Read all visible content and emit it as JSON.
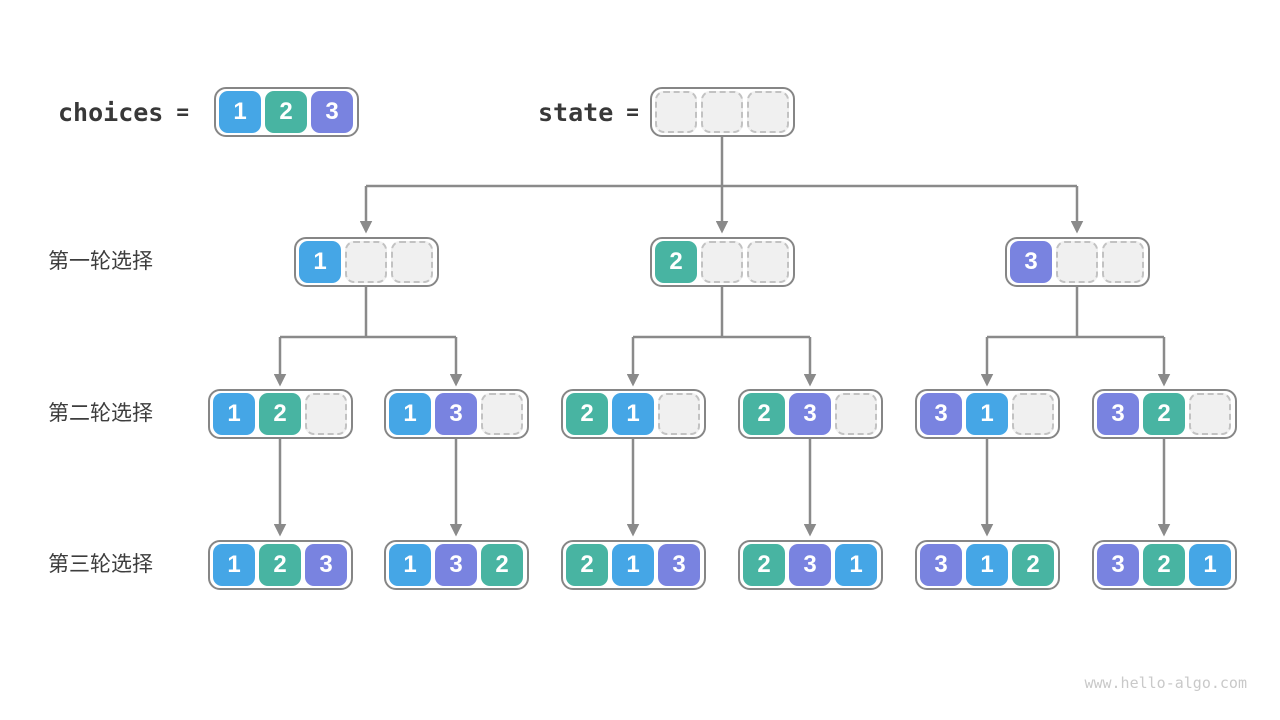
{
  "header": {
    "choices_label": "choices",
    "state_label": "state",
    "equals": "=",
    "choices_cells": [
      1,
      2,
      3
    ],
    "state_cells": [
      null,
      null,
      null
    ]
  },
  "rows": [
    {
      "label": "第一轮选择",
      "boxes": [
        [
          1,
          null,
          null
        ],
        [
          2,
          null,
          null
        ],
        [
          3,
          null,
          null
        ]
      ]
    },
    {
      "label": "第二轮选择",
      "boxes": [
        [
          1,
          2,
          null
        ],
        [
          1,
          3,
          null
        ],
        [
          2,
          1,
          null
        ],
        [
          2,
          3,
          null
        ],
        [
          3,
          1,
          null
        ],
        [
          3,
          2,
          null
        ]
      ]
    },
    {
      "label": "第三轮选择",
      "boxes": [
        [
          1,
          2,
          3
        ],
        [
          1,
          3,
          2
        ],
        [
          2,
          1,
          3
        ],
        [
          2,
          3,
          1
        ],
        [
          3,
          1,
          2
        ],
        [
          3,
          2,
          1
        ]
      ]
    }
  ],
  "watermark": "www.hello-algo.com",
  "palette": {
    "cell_1": "#45a6e6",
    "cell_2": "#48b4a2",
    "cell_3": "#7983e0",
    "cell_text": "#ffffff",
    "empty_fill": "#f0f0f0",
    "empty_border": "#c2c2c2",
    "box_border": "#868686",
    "arrow": "#8a8a8a",
    "label_text": "#3d3d3d",
    "code_text": "#383838",
    "watermark_text": "#c9c9c9",
    "background": "#ffffff"
  }
}
